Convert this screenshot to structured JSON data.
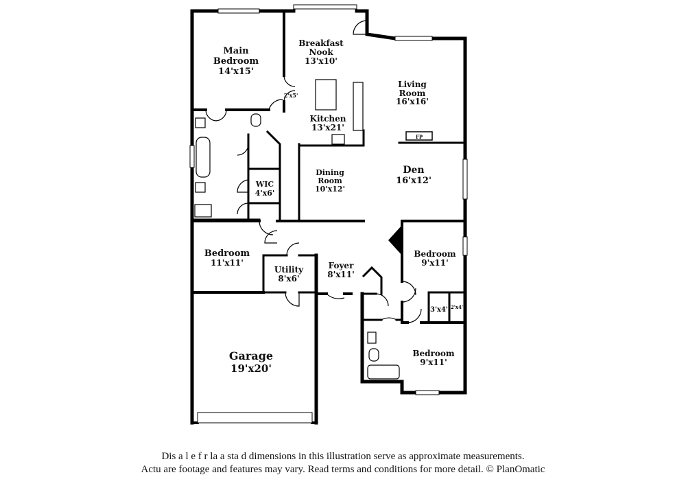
{
  "rooms": {
    "main_bedroom": {
      "name_line1": "Main",
      "name_line2": "Bedroom",
      "dim": "14'x15'"
    },
    "breakfast_nook": {
      "name_line1": "Breakfast",
      "name_line2": "Nook",
      "dim": "13'x10'"
    },
    "living_room": {
      "name_line1": "Living",
      "name_line2": "Room",
      "dim": "16'x16'"
    },
    "pantry": {
      "dim": "2'x5'"
    },
    "kitchen": {
      "name": "Kitchen",
      "dim": "13'x21'"
    },
    "fireplace": {
      "label": "FP"
    },
    "wic": {
      "name": "WIC",
      "dim": "4'x6'"
    },
    "dining_room": {
      "name_line1": "Dining",
      "name_line2": "Room",
      "dim": "10'x12'"
    },
    "den": {
      "name": "Den",
      "dim": "16'x12'"
    },
    "bedroom_left": {
      "name": "Bedroom",
      "dim": "11'x11'"
    },
    "utility": {
      "name": "Utility",
      "dim": "8'x6'"
    },
    "foyer": {
      "name": "Foyer",
      "dim": "8'x11'"
    },
    "bedroom_right_top": {
      "name": "Bedroom",
      "dim": "9'x11'"
    },
    "closet_a": {
      "dim": "3'x4'"
    },
    "closet_b": {
      "dim": "2'x4'"
    },
    "bedroom_right_bottom": {
      "name": "Bedroom",
      "dim": "9'x11'"
    },
    "garage": {
      "name": "Garage",
      "dim": "19'x20'"
    }
  },
  "disclaimer": {
    "line1": "Dis   a     l  e f   r  la  a   sta  d dimensions in this illustration serve as approximate measurements.",
    "line2": "Actu     are footage and features may vary. Read terms and conditions for more detail. © PlanOmatic"
  }
}
